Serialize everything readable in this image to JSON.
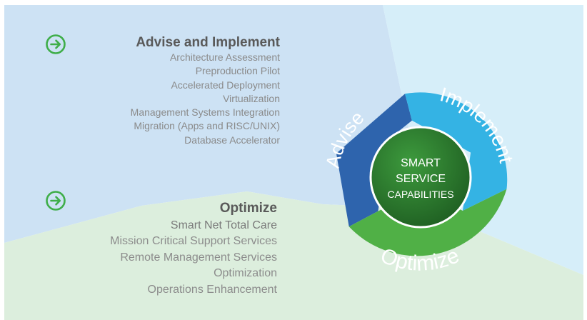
{
  "advise_section": {
    "title": "Advise and Implement",
    "items": [
      "Architecture Assessment",
      "Preproduction Pilot",
      "Accelerated Deployment",
      "Virtualization",
      "Management Systems Integration",
      "Migration (Apps and RISC/UNIX)",
      "Database Accelerator"
    ]
  },
  "optimize_section": {
    "title": "Optimize",
    "items": [
      "Smart Net Total Care",
      "Mission Critical Support Services",
      "Remote Management Services",
      "Optimization",
      "Operations Enhancement"
    ]
  },
  "wheel": {
    "segments": [
      "Advise",
      "Implement",
      "Optimize"
    ],
    "center_lines": [
      "SMART",
      "SERVICE",
      "CAPABILITIES"
    ]
  },
  "icons": {
    "section_bullet": "arrow-circle-right-icon"
  },
  "colors": {
    "advise_blue": "#2e64ad",
    "implement_cyan": "#34b3e4",
    "optimize_green": "#50b046",
    "center_green": "#2e7d2e",
    "icon_green": "#3fae49",
    "bg_blue": "#cde2f4",
    "bg_lightblue": "#d6eef9",
    "bg_green": "#dceedd"
  }
}
